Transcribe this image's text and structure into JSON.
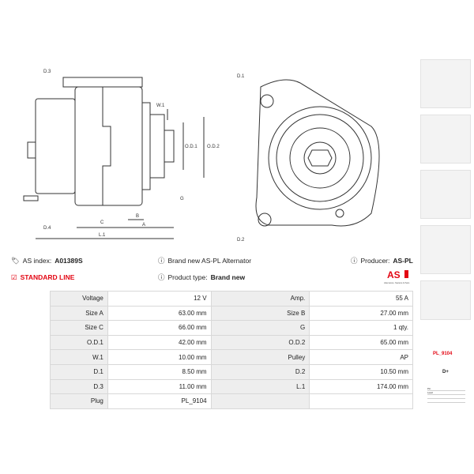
{
  "drawing": {
    "labels": {
      "d3": "D.3",
      "d4": "D.4",
      "w1": "W.1",
      "od1": "O.D.1",
      "od2": "O.D.2",
      "g": "G",
      "c": "C",
      "b": "B",
      "a": "A",
      "l1": "L.1",
      "d1": "D.1",
      "d2": "D.2"
    }
  },
  "info": {
    "as_index_label": "AS index:",
    "as_index_value": "A01389S",
    "line_label": "STANDARD LINE",
    "brand_new_text": "Brand new AS-PL Alternator",
    "product_type_label": "Product type:",
    "product_type_value": "Brand new",
    "producer_label": "Producer:",
    "producer_value": "AS-PL",
    "logo_tagline": "Alternators, Starters & Parts"
  },
  "specs": [
    {
      "l1": "Voltage",
      "v1": "12 V",
      "l2": "Amp.",
      "v2": "55 A"
    },
    {
      "l1": "Size A",
      "v1": "63.00 mm",
      "l2": "Size B",
      "v2": "27.00 mm"
    },
    {
      "l1": "Size C",
      "v1": "66.00 mm",
      "l2": "G",
      "v2": "1 qty."
    },
    {
      "l1": "O.D.1",
      "v1": "42.00 mm",
      "l2": "O.D.2",
      "v2": "65.00 mm"
    },
    {
      "l1": "W.1",
      "v1": "10.00 mm",
      "l2": "Pulley",
      "v2": "AP"
    },
    {
      "l1": "D.1",
      "v1": "8.50 mm",
      "l2": "D.2",
      "v2": "10.50 mm"
    },
    {
      "l1": "D.3",
      "v1": "11.00 mm",
      "l2": "L.1",
      "v2": "174.00 mm"
    },
    {
      "l1": "Plug",
      "v1": "PL_9104",
      "l2": "",
      "v2": ""
    }
  ],
  "plug": {
    "code": "PL_9104",
    "pin": "D+",
    "mini_table": [
      "Pin",
      "Lead"
    ]
  },
  "colors": {
    "accent": "#e30613",
    "header_bg": "#eeeeee",
    "border": "#d8d8d8"
  }
}
